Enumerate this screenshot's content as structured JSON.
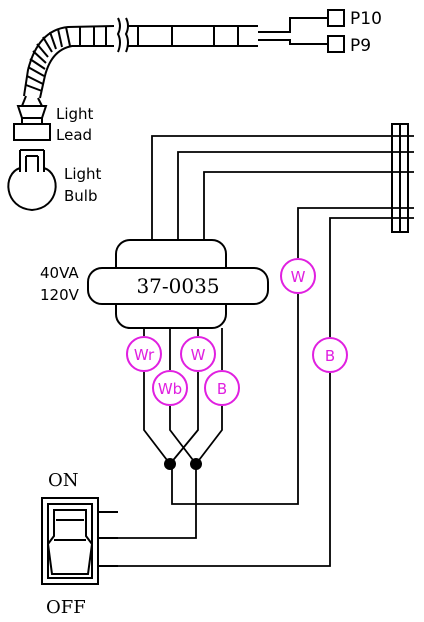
{
  "connectors": {
    "p10": "P10",
    "p9": "P9"
  },
  "light_lead": {
    "line1": "Light",
    "line2": "Lead"
  },
  "light_bulb": {
    "line1": "Light",
    "line2": "Bulb"
  },
  "transformer": {
    "rating_va": "40VA",
    "rating_v": "120V",
    "part_number": "37-0035"
  },
  "wire_tags": {
    "wr": "Wr",
    "w_transformer": "W",
    "wb": "Wb",
    "b_transformer": "B",
    "w_right": "W",
    "b_right": "B"
  },
  "switch": {
    "on": "ON",
    "off": "OFF"
  },
  "colors": {
    "line": "#000000",
    "wire_tag": "#e020e0"
  }
}
